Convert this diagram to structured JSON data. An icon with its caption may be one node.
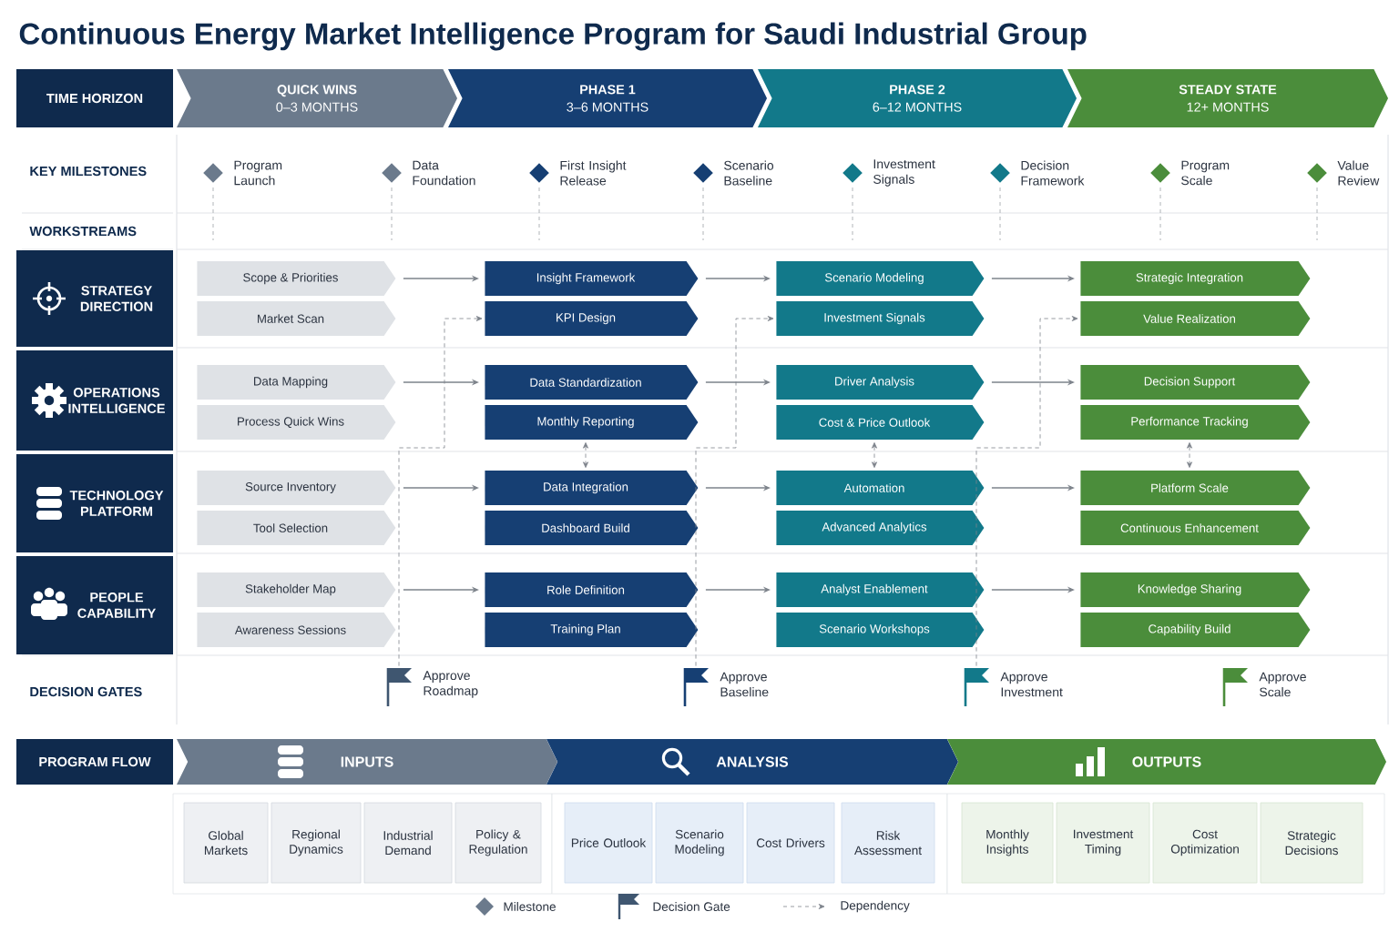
{
  "diagram": {
    "title": "Continuous Energy Market Intelligence Program for Saudi Industrial Group",
    "nodes": [
      {
        "text": [
          "TIME HORIZON"
        ]
      },
      {
        "text": [
          "QUICK WINS",
          "0–3 MONTHS"
        ]
      },
      {
        "text": [
          "PHASE 1",
          "3–6 MONTHS"
        ]
      },
      {
        "text": [
          "PHASE 2",
          "6–12 MONTHS"
        ]
      },
      {
        "text": [
          "STEADY STATE",
          "12+ MONTHS"
        ]
      },
      {
        "text": [],
        "shape": "diamond",
        "beside": [
          "Program Launch"
        ]
      },
      {
        "text": [],
        "shape": "diamond",
        "beside": [
          "Data Foundation"
        ]
      },
      {
        "text": [],
        "shape": "diamond",
        "beside": [
          "First Insight Release"
        ]
      },
      {
        "text": [],
        "shape": "diamond",
        "beside": [
          "Scenario Baseline"
        ]
      },
      {
        "text": [],
        "shape": "diamond",
        "beside": [
          "Investment Signals"
        ]
      },
      {
        "text": [],
        "shape": "diamond",
        "beside": [
          "Decision Framework"
        ]
      },
      {
        "text": [],
        "shape": "diamond",
        "beside": [
          "Program Scale"
        ]
      },
      {
        "text": [],
        "shape": "diamond",
        "beside": [
          "Value Review"
        ]
      },
      {
        "text": [
          "STRATEGY DIRECTION"
        ]
      },
      {
        "text": [
          "Scope & Priorities"
        ]
      },
      {
        "text": [
          "Market Scan"
        ]
      },
      {
        "text": [
          "Insight Framework"
        ]
      },
      {
        "text": [
          "KPI Design"
        ]
      },
      {
        "text": [
          "Scenario Modeling"
        ]
      },
      {
        "text": [
          "Investment Signals"
        ]
      },
      {
        "text": [
          "Strategic Integration"
        ]
      },
      {
        "text": [
          "Value Realization"
        ]
      },
      {
        "text": [
          "OPERATIONS INTELLIGENCE"
        ]
      },
      {
        "text": [
          "Data Mapping"
        ]
      },
      {
        "text": [
          "Process Quick Wins"
        ]
      },
      {
        "text": [
          "Data Standardization"
        ]
      },
      {
        "text": [
          "Monthly Reporting"
        ]
      },
      {
        "text": [
          "Driver Analysis"
        ]
      },
      {
        "text": [
          "Cost & Price Outlook"
        ]
      },
      {
        "text": [
          "Decision Support"
        ]
      },
      {
        "text": [
          "Performance Tracking"
        ]
      },
      {
        "text": [
          "TECHNOLOGY PLATFORM"
        ]
      },
      {
        "text": [
          "Source Inventory"
        ]
      },
      {
        "text": [
          "Tool Selection"
        ]
      },
      {
        "text": [
          "Data Integration"
        ]
      },
      {
        "text": [
          "Dashboard Build"
        ]
      },
      {
        "text": [
          "Automation"
        ]
      },
      {
        "text": [
          "Advanced Analytics"
        ]
      },
      {
        "text": [
          "Platform Scale"
        ]
      },
      {
        "text": [
          "Continuous Enhancement"
        ]
      },
      {
        "text": [
          "PEOPLE CAPABILITY"
        ]
      },
      {
        "text": [
          "Stakeholder Map"
        ]
      },
      {
        "text": [
          "Awareness Sessions"
        ]
      },
      {
        "text": [
          "Role Definition"
        ]
      },
      {
        "text": [
          "Training Plan"
        ]
      },
      {
        "text": [
          "Analyst Enablement"
        ]
      },
      {
        "text": [
          "Scenario Workshops"
        ]
      },
      {
        "text": [
          "Knowledge Sharing"
        ]
      },
      {
        "text": [
          "Capability Build"
        ]
      },
      {
        "text": [],
        "shape": "flag",
        "beside": [
          "Approve Roadmap"
        ]
      },
      {
        "text": [],
        "shape": "flag",
        "beside": [
          "Approve Baseline"
        ]
      },
      {
        "text": [],
        "shape": "flag",
        "beside": [
          "Approve Investment"
        ]
      },
      {
        "text": [],
        "shape": "flag",
        "beside": [
          "Approve Scale"
        ]
      },
      {
        "text": [
          "PROGRAM FLOW"
        ]
      },
      {
        "text": [
          "INPUTS"
        ]
      },
      {
        "text": [
          "ANALYSIS"
        ]
      },
      {
        "text": [
          "OUTPUTS"
        ]
      },
      {
        "text": [
          "Global Markets"
        ]
      },
      {
        "text": [
          "Regional Dynamics"
        ]
      },
      {
        "text": [
          "Industrial Demand"
        ]
      },
      {
        "text": [
          "Policy & Regulation"
        ]
      },
      {
        "text": [
          "Price Outlook"
        ]
      },
      {
        "text": [
          "Scenario Modeling"
        ]
      },
      {
        "text": [
          "Cost Drivers"
        ]
      },
      {
        "text": [
          "Risk Assessment"
        ]
      },
      {
        "text": [
          "Monthly Insights"
        ]
      },
      {
        "text": [
          "Investment Timing"
        ]
      },
      {
        "text": [
          "Cost Optimization"
        ]
      },
      {
        "text": [
          "Strategic Decisions"
        ]
      }
    ],
    "edges": [
      {
        "from": 14,
        "to": 16,
        "arrow": "to"
      },
      {
        "from": 16,
        "to": 18,
        "arrow": "to"
      },
      {
        "from": 18,
        "to": 20,
        "arrow": "to"
      },
      {
        "from": 23,
        "to": 25,
        "arrow": "to"
      },
      {
        "from": 25,
        "to": 27,
        "arrow": "to"
      },
      {
        "from": 27,
        "to": 29,
        "arrow": "to"
      },
      {
        "from": 32,
        "to": 34,
        "arrow": "to"
      },
      {
        "from": 34,
        "to": 36,
        "arrow": "to"
      },
      {
        "from": 36,
        "to": 38,
        "arrow": "to"
      },
      {
        "from": 41,
        "to": 43,
        "arrow": "to"
      },
      {
        "from": 43,
        "to": 45,
        "arrow": "to"
      },
      {
        "from": 45,
        "to": 47,
        "arrow": "to"
      },
      {
        "from": 49,
        "to": 17,
        "arrow": "to",
        "style": "dashed"
      },
      {
        "from": 50,
        "to": 19,
        "arrow": "to",
        "style": "dashed"
      },
      {
        "from": 51,
        "to": 21,
        "arrow": "to",
        "style": "dashed"
      },
      {
        "from": 26,
        "to": 34,
        "arrow": "both",
        "style": "dashed"
      },
      {
        "from": 28,
        "to": 36,
        "arrow": "both",
        "style": "dashed"
      },
      {
        "from": 30,
        "to": 38,
        "arrow": "both",
        "style": "dashed"
      }
    ],
    "labels": [
      "KEY MILESTONES",
      "WORKSTREAMS",
      "DECISION GATES"
    ],
    "legend": [
      {
        "text": "Milestone"
      },
      {
        "text": "Decision Gate"
      },
      {
        "text": "Dependency"
      }
    ]
  }
}
